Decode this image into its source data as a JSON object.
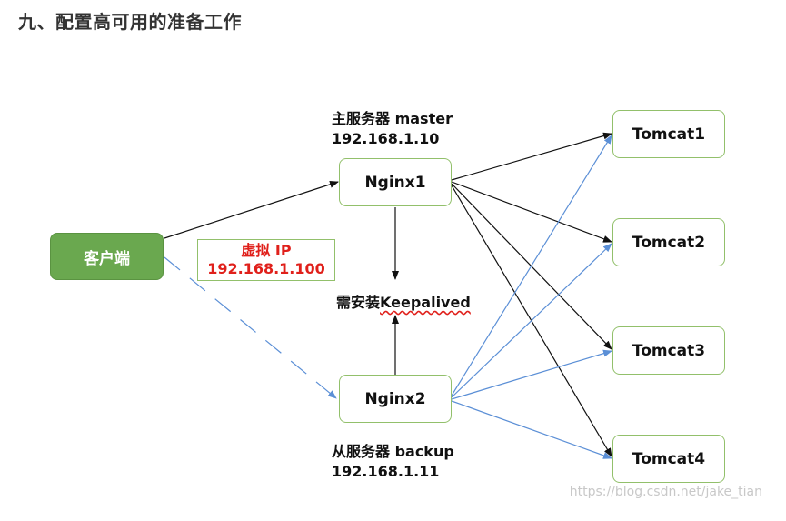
{
  "heading": "九、配置高可用的准备工作",
  "nodes": {
    "client": "客户端",
    "nginx1": "Nginx1",
    "nginx2": "Nginx2",
    "tomcat1": "Tomcat1",
    "tomcat2": "Tomcat2",
    "tomcat3": "Tomcat3",
    "tomcat4": "Tomcat4"
  },
  "virtual_ip": {
    "label": "虚拟 IP",
    "address": "192.168.1.100"
  },
  "master": {
    "title": "主服务器 master",
    "ip": "192.168.1.10"
  },
  "backup": {
    "title": "从服务器 backup",
    "ip": "192.168.1.11"
  },
  "keepalived": {
    "prefix": "需安装",
    "name": "Keepalived"
  },
  "watermark": "https://blog.csdn.net/jake_tian",
  "colors": {
    "client_fill": "#6aa84f",
    "node_border": "#92c06b",
    "vip_text": "#e0201b",
    "master_links": "#111111",
    "backup_links": "#5b8fd6"
  }
}
